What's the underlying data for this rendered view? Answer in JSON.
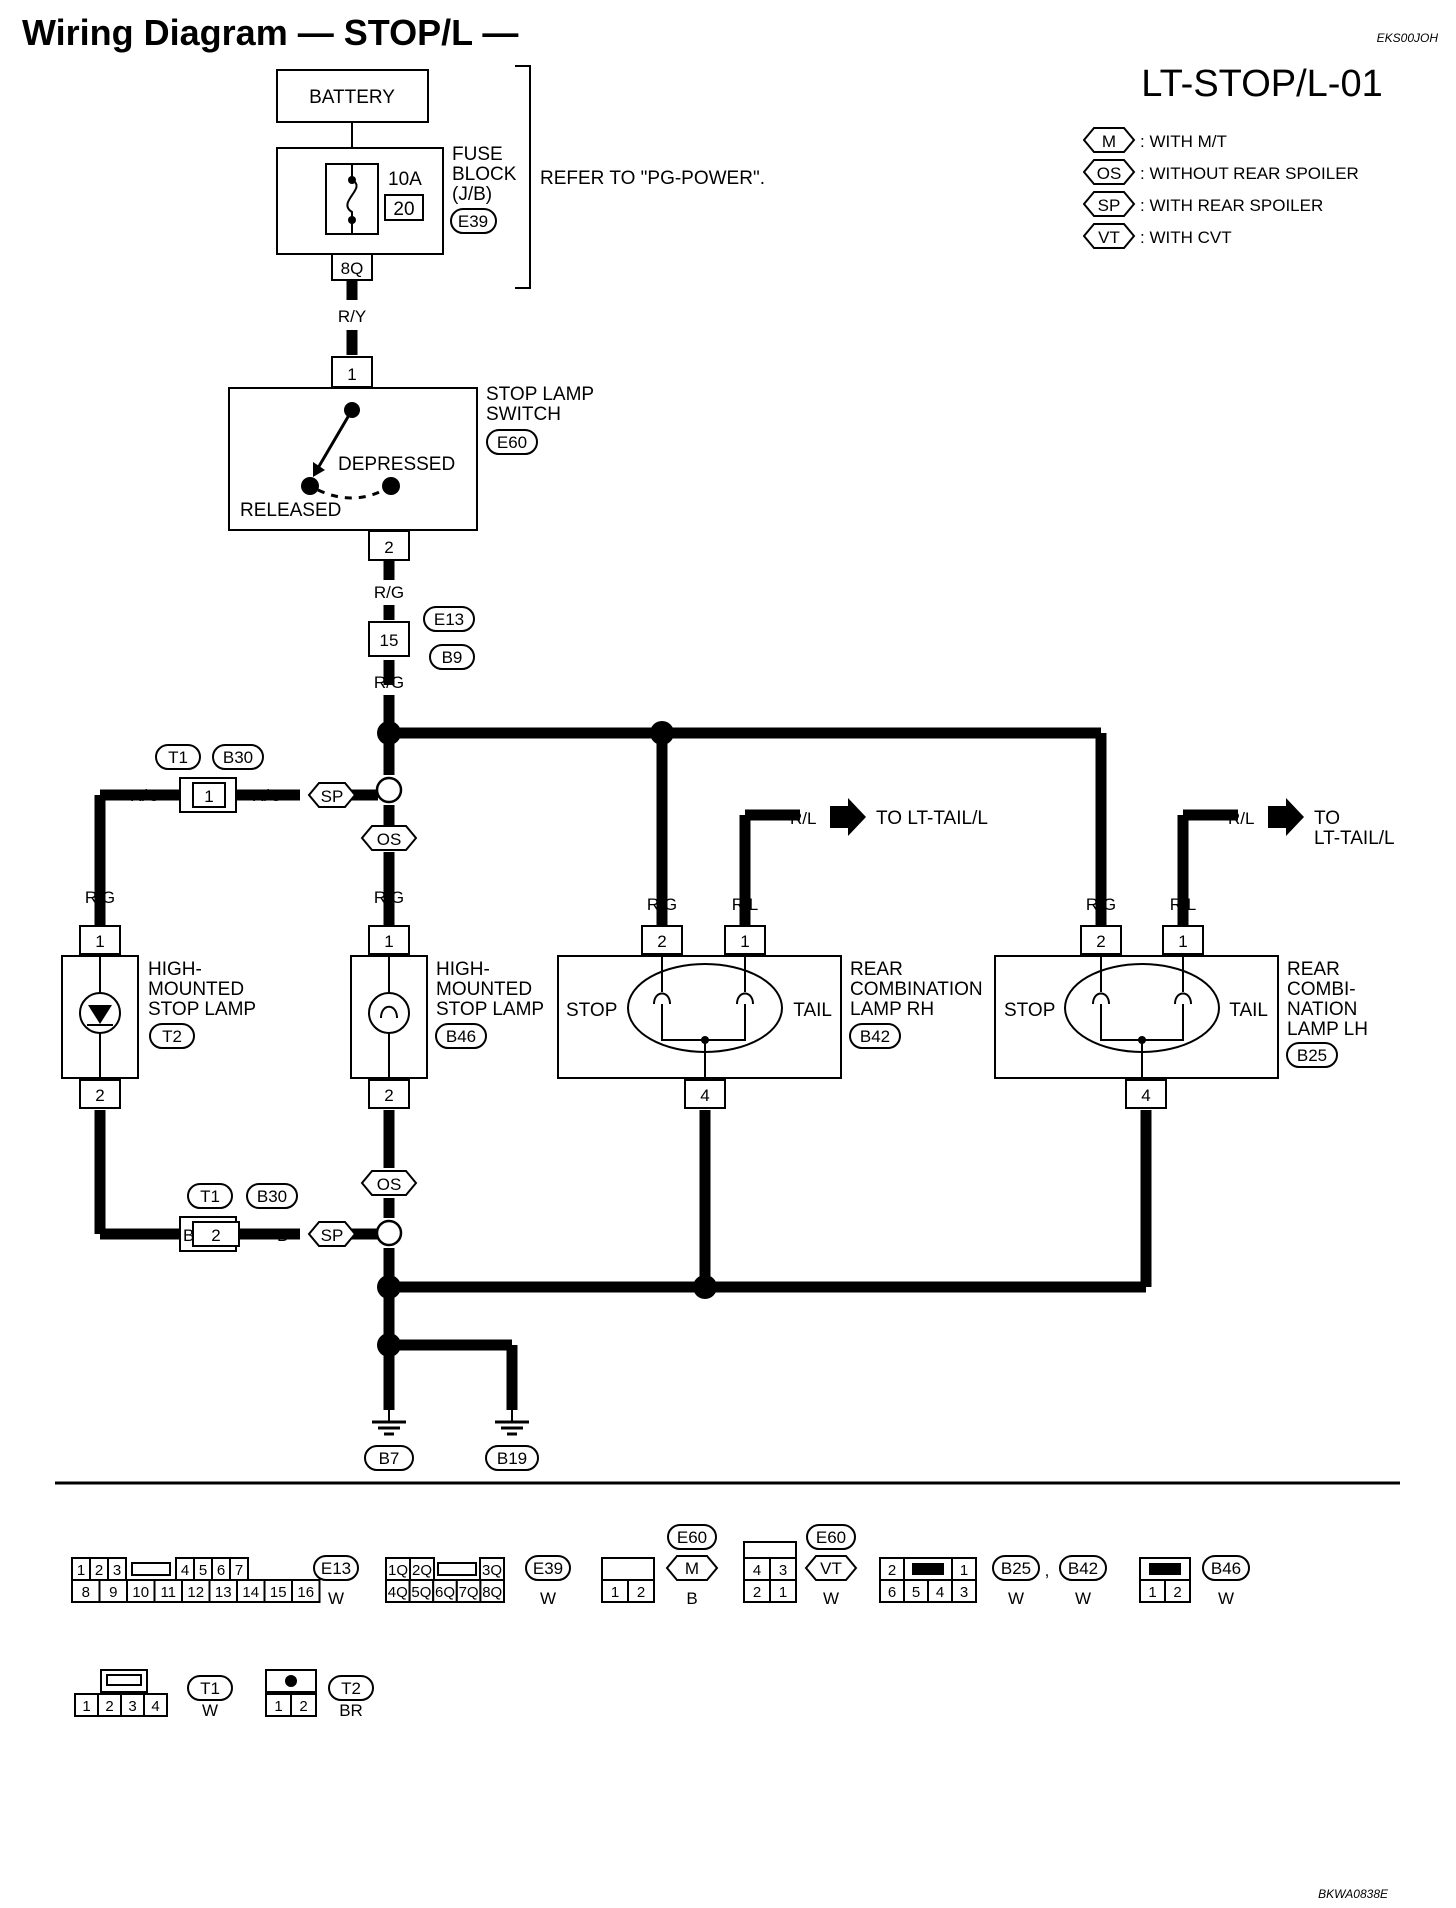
{
  "header": {
    "title": "Wiring Diagram — STOP/L —",
    "code": "LT-STOP/L-01",
    "doc_id": "EKS00JOH",
    "figure_id": "BKWA0838E"
  },
  "legend": {
    "items": [
      {
        "abbr": "M",
        "text": ": WITH M/T"
      },
      {
        "abbr": "OS",
        "text": ": WITHOUT REAR SPOILER"
      },
      {
        "abbr": "SP",
        "text": ": WITH REAR SPOILER"
      },
      {
        "abbr": "VT",
        "text": ": WITH CVT"
      }
    ]
  },
  "power": {
    "battery": "BATTERY",
    "fuse_block_line1": "FUSE",
    "fuse_block_line2": "BLOCK",
    "fuse_block_line3": "(J/B)",
    "fuse_block_conn": "E39",
    "fuse_rating": "10A",
    "fuse_number": "20",
    "fuse_pin": "8Q",
    "refer": "REFER TO \"PG-POWER\"."
  },
  "stop_switch": {
    "label_line1": "STOP LAMP",
    "label_line2": "SWITCH",
    "connector": "E60",
    "depressed": "DEPRESSED",
    "released": "RELEASED",
    "pin_in": "1",
    "pin_out": "2"
  },
  "wires": {
    "ry": "R/Y",
    "rg": "R/G",
    "rl": "R/L",
    "b": "B"
  },
  "joint": {
    "pin": "15",
    "conn_a": "E13",
    "conn_b": "B9"
  },
  "options": {
    "sp": "SP",
    "os": "OS"
  },
  "t1_joint": {
    "conn_a": "T1",
    "conn_b": "B30",
    "pin_top": "1",
    "pin_bottom": "2"
  },
  "hmsl_led": {
    "line1": "HIGH-",
    "line2": "MOUNTED",
    "line3": "STOP LAMP",
    "connector": "T2",
    "pin_top": "1",
    "pin_bottom": "2"
  },
  "hmsl_bulb": {
    "line1": "HIGH-",
    "line2": "MOUNTED",
    "line3": "STOP LAMP",
    "connector": "B46",
    "pin_top": "1",
    "pin_bottom": "2"
  },
  "rcl_rh": {
    "line1": "REAR",
    "line2": "COMBINATION",
    "line3": "LAMP RH",
    "connector": "B42",
    "stop": "STOP",
    "tail": "TAIL",
    "pin_stop": "2",
    "pin_tail": "1",
    "pin_ground": "4",
    "to": "TO LT-TAIL/L"
  },
  "rcl_lh": {
    "line1": "REAR",
    "line2": "COMBI-",
    "line3": "NATION",
    "line4": "LAMP LH",
    "connector": "B25",
    "stop": "STOP",
    "tail": "TAIL",
    "pin_stop": "2",
    "pin_tail": "1",
    "pin_ground": "4",
    "to_line1": "TO",
    "to_line2": "LT-TAIL/L"
  },
  "grounds": {
    "g1": "B7",
    "g2": "B19"
  },
  "connector_views": {
    "e13": {
      "tag": "E13",
      "color": "W",
      "row1": [
        "1",
        "2",
        "3",
        "4",
        "5",
        "6",
        "7"
      ],
      "row2": [
        "8",
        "9",
        "10",
        "11",
        "12",
        "13",
        "14",
        "15",
        "16"
      ]
    },
    "e39": {
      "tag": "E39",
      "color": "W",
      "row1": [
        "1Q",
        "2Q",
        "3Q"
      ],
      "row2": [
        "4Q",
        "5Q",
        "6Q",
        "7Q",
        "8Q"
      ]
    },
    "e60m": {
      "tag": "E60",
      "opt": "M",
      "color": "B",
      "row1": [
        "1",
        "2"
      ]
    },
    "e60vt": {
      "tag": "E60",
      "opt": "VT",
      "color": "W",
      "row1": [
        "4",
        "3"
      ],
      "row2": [
        "2",
        "1"
      ]
    },
    "b25": {
      "tag": "B25",
      "tag2": "B42",
      "sep": ",",
      "color": "W",
      "color2": "W",
      "row1": [
        "2",
        "1"
      ],
      "row2": [
        "6",
        "5",
        "4",
        "3"
      ]
    },
    "b46": {
      "tag": "B46",
      "color": "W",
      "row1": [
        "1",
        "2"
      ]
    },
    "t1": {
      "tag": "T1",
      "color": "W",
      "row1": [
        "1",
        "2",
        "3",
        "4"
      ]
    },
    "t2": {
      "tag": "T2",
      "color": "BR",
      "row1": [
        "1",
        "2"
      ]
    }
  }
}
